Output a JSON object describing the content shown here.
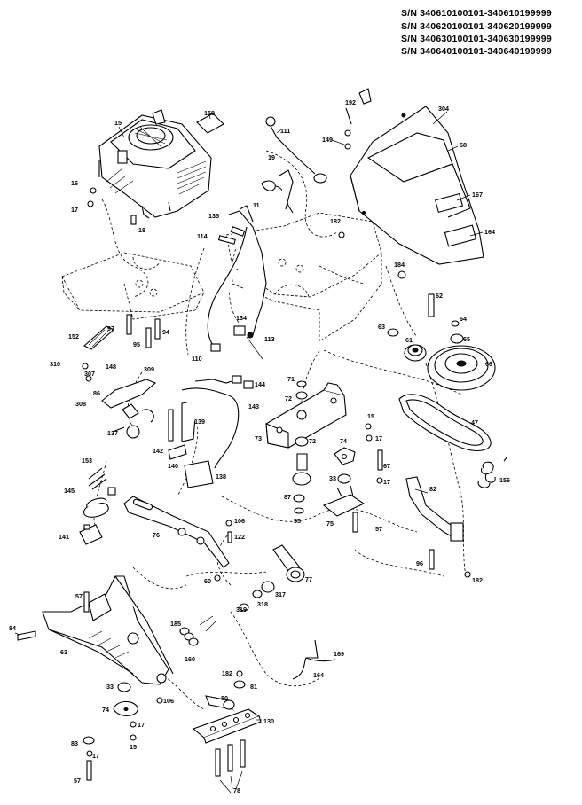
{
  "serial_numbers": [
    "S/N 340610100101-340610199999",
    "S/N 340620100101-340620199999",
    "S/N 340630100101-340630199999",
    "S/N 340640100101-340640199999"
  ],
  "callouts": {
    "c15": "15",
    "c158": "158",
    "c111": "111",
    "c192": "192",
    "c304": "304",
    "c149": "149",
    "c68": "68",
    "c19": "19",
    "c16a": "16",
    "c17a": "17",
    "c18": "18",
    "c11": "11",
    "c135": "135",
    "c182a": "182",
    "c167": "167",
    "c164a": "164",
    "c114": "114",
    "c184": "184",
    "c62": "62",
    "c63a": "63",
    "c64": "64",
    "c61": "61",
    "c65": "65",
    "c66": "66",
    "c152": "152",
    "c97": "97",
    "c95": "95",
    "c94": "94",
    "c134": "134",
    "c113": "113",
    "c310": "310",
    "c307": "307",
    "c148": "148",
    "c309": "309",
    "c110": "110",
    "c86": "86",
    "c308": "308",
    "c144": "144",
    "c143": "143",
    "c71": "71",
    "c72a": "72",
    "c139": "139",
    "c137": "137",
    "c153": "153",
    "c142": "142",
    "c140": "140",
    "c138": "138",
    "c15b": "15",
    "c17b": "17",
    "c74a": "74",
    "c73": "73",
    "c72b": "72",
    "c67": "67",
    "c17c": "17",
    "c47": "47",
    "c156": "156",
    "c145": "145",
    "c141": "141",
    "c76": "76",
    "c106a": "106",
    "c122": "122",
    "c60": "60",
    "c33a": "33",
    "c87": "87",
    "c55": "55",
    "c75": "75",
    "c57a": "57",
    "c82": "82",
    "c96": "96",
    "c182b": "182",
    "c169": "169",
    "c57b": "57",
    "c84": "84",
    "c63b": "63",
    "c319": "319",
    "c318": "318",
    "c317": "317",
    "c77": "77",
    "c185": "185",
    "c160": "160",
    "c164b": "164",
    "c182c": "182",
    "c81": "81",
    "c33b": "33",
    "c74b": "74",
    "c106b": "106",
    "c17d": "17",
    "c80": "80",
    "c130": "130",
    "c83": "83",
    "c15c": "15",
    "c17e": "17",
    "c57c": "57",
    "c78": "78"
  }
}
